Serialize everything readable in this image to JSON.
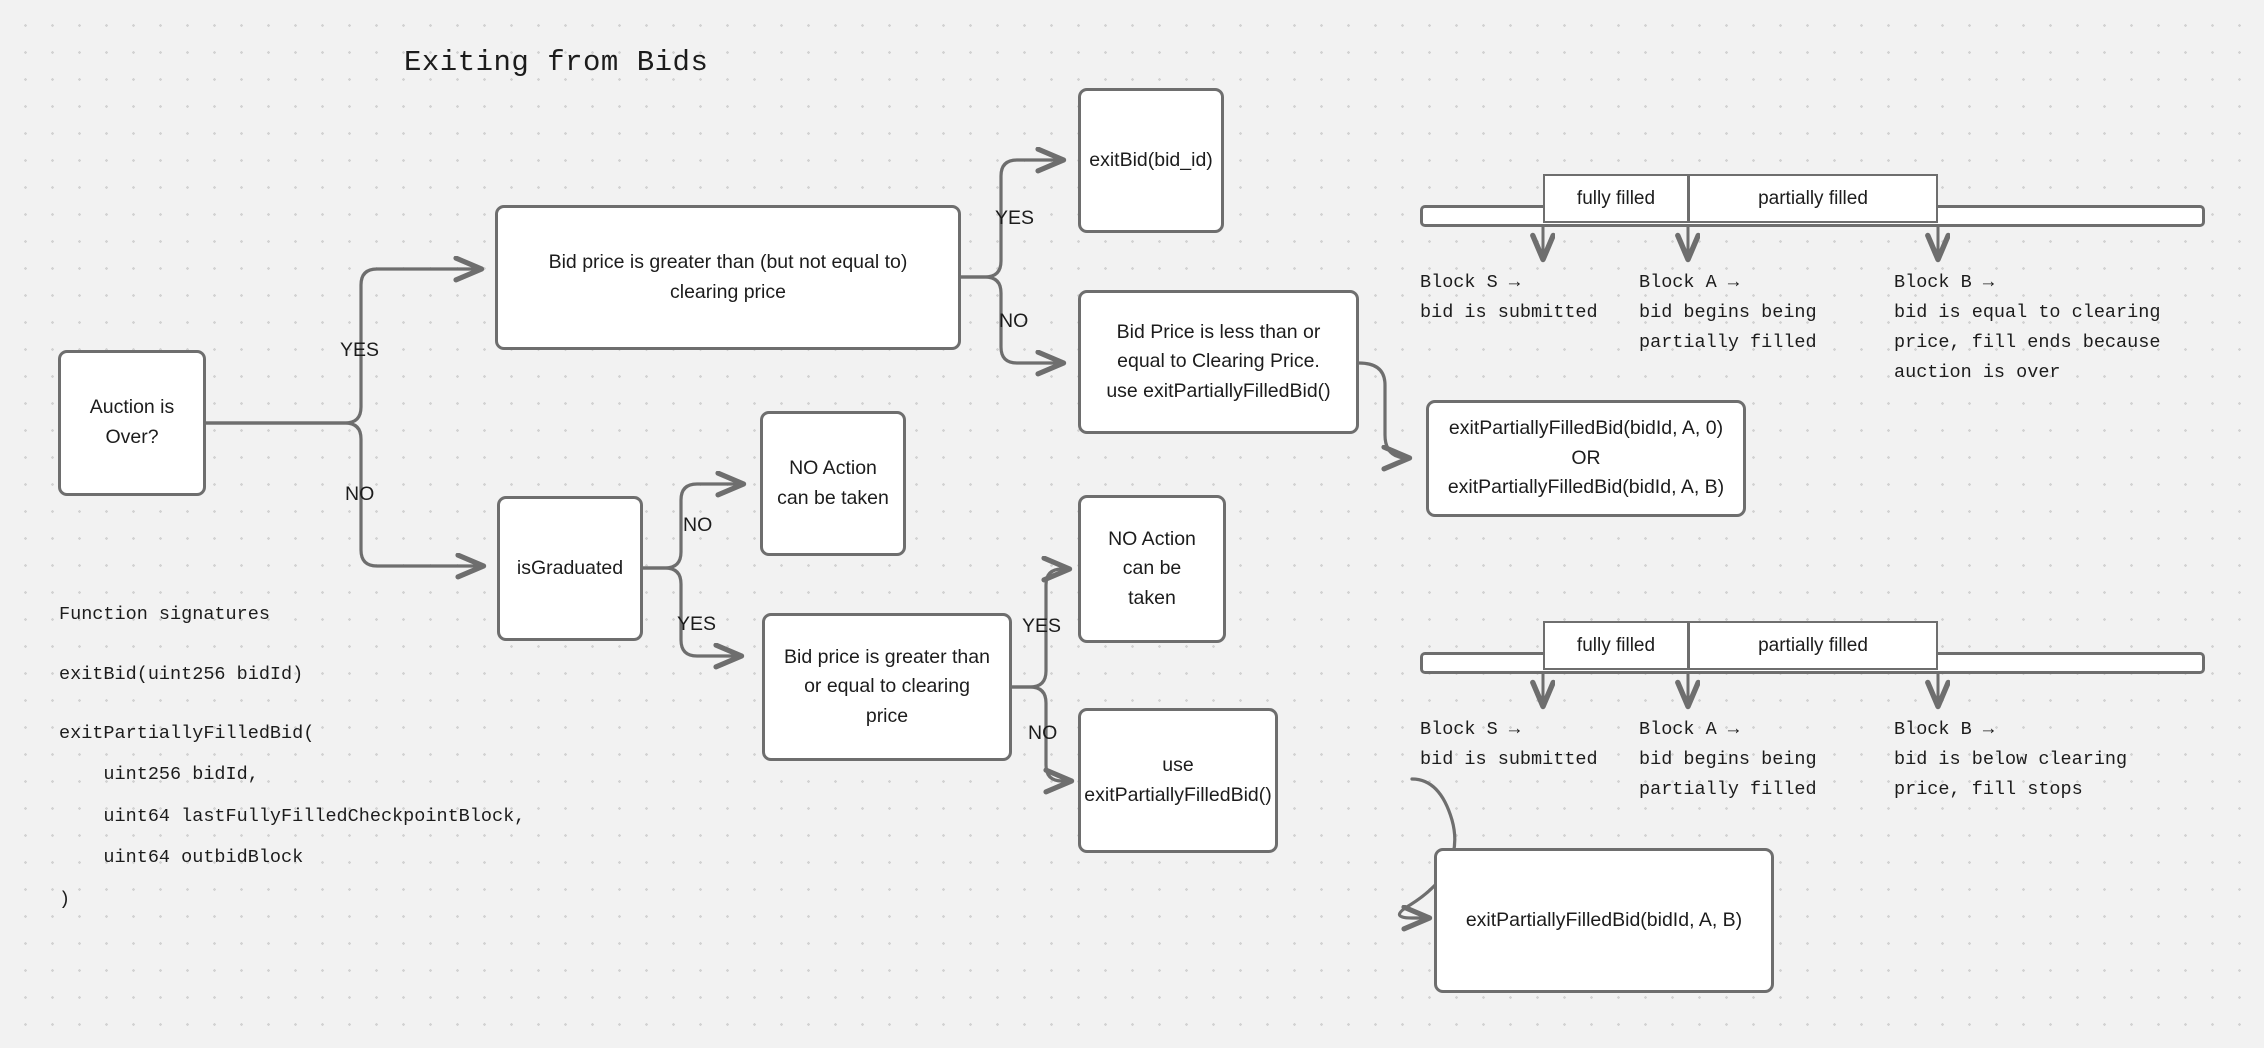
{
  "title": "Exiting from Bids",
  "notes": {
    "heading": "Function signatures",
    "sig_exit_bid": "exitBid(uint256 bidId)",
    "sig_exit_partial": "exitPartiallyFilledBid(\n    uint256 bidId,\n    uint64 lastFullyFilledCheckpointBlock,\n    uint64 outbidBlock\n)"
  },
  "nodes": {
    "auction_over": "Auction is\nOver?",
    "bid_gt_clearing": "Bid price is greater than (but not equal to)\nclearing price",
    "exit_bid": "exitBid(bid_id)",
    "bid_lte_clearing": "Bid Price is less than or\nequal to Clearing Price.\nuse exitPartiallyFilledBid()",
    "exit_partial_or": "exitPartiallyFilledBid(bidId, A, 0)\nOR\nexitPartiallyFilledBid(bidId, A, B)",
    "is_graduated": "isGraduated",
    "no_action_1": "NO Action\ncan be taken",
    "bid_gte_clearing": "Bid price is greater than\nor equal to clearing\nprice",
    "no_action_2": "NO Action can be\ntaken",
    "use_exit_partial": "use\nexitPartiallyFilledBid()",
    "exit_partial_ab": "exitPartiallyFilledBid(bidId, A, B)"
  },
  "edge_labels": {
    "auction_yes": "YES",
    "auction_no": "NO",
    "price_yes": "YES",
    "price_no": "NO",
    "graduated_no": "NO",
    "graduated_yes": "YES",
    "clearing_yes": "YES",
    "clearing_no": "NO"
  },
  "timelines": [
    {
      "segments": [
        {
          "label": "fully filled"
        },
        {
          "label": "partially filled"
        }
      ],
      "markers": [
        {
          "text": "Block S →\nbid is submitted"
        },
        {
          "text": "Block A →\nbid begins being\npartially filled"
        },
        {
          "text": "Block B →\nbid is equal to clearing\nprice, fill ends because\nauction is over"
        }
      ]
    },
    {
      "segments": [
        {
          "label": "fully filled"
        },
        {
          "label": "partially filled"
        }
      ],
      "markers": [
        {
          "text": "Block S →\nbid is submitted"
        },
        {
          "text": "Block A →\nbid begins being\npartially filled"
        },
        {
          "text": "Block B →\nbid is below clearing\nprice, fill stops"
        }
      ]
    }
  ],
  "colors": {
    "background": "#f2f2f2",
    "dot": "#d3d3d3",
    "stroke": "#6e6e6e",
    "node_fill": "#ffffff",
    "text": "#1c1c1c"
  }
}
